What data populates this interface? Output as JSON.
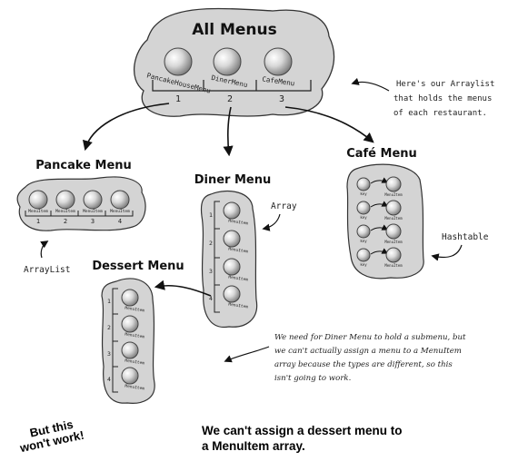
{
  "all_menus": {
    "title": "All Menus",
    "items": [
      {
        "label": "PancakeHouseMenu",
        "index": "1"
      },
      {
        "label": "DinerMenu",
        "index": "2"
      },
      {
        "label": "CafeMenu",
        "index": "3"
      }
    ],
    "note": [
      "Here's our Arraylist",
      "that holds the menus",
      "of each restaurant."
    ]
  },
  "pancake_menu": {
    "title": "Pancake Menu",
    "item_label": "MenuItem",
    "indices": [
      "1",
      "2",
      "3",
      "4"
    ],
    "note": "ArrayList"
  },
  "diner_menu": {
    "title": "Diner Menu",
    "item_label": "MenuItem",
    "indices": [
      "1",
      "2",
      "3",
      "4"
    ],
    "note": "Array"
  },
  "cafe_menu": {
    "title": "Café Menu",
    "key_label": "key",
    "item_label": "MenuItem",
    "note": "Hashtable"
  },
  "dessert_menu": {
    "title": "Dessert Menu",
    "item_label": "MenuItem",
    "indices": [
      "1",
      "2",
      "3",
      "4"
    ]
  },
  "submenu_note": [
    "We need for Diner Menu to hold a submenu, but",
    "we can't actually assign a menu to a MenuItem",
    "array because the types are different, so this",
    "isn't going to work."
  ],
  "footer": {
    "left_line1": "But this",
    "left_line2": "won't work!",
    "right_line1": "We can't assign a dessert menu to",
    "right_line2": "a MenuItem array."
  }
}
